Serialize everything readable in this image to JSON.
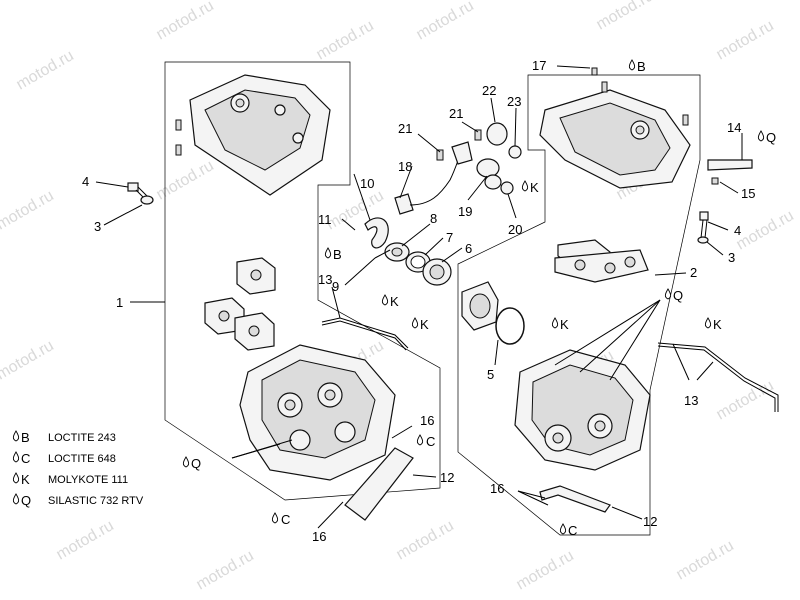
{
  "watermark": "motod.ru",
  "callouts": {
    "c1": "1",
    "c2": "2",
    "c3a": "3",
    "c3b": "3",
    "c4a": "4",
    "c4b": "4",
    "c5": "5",
    "c6": "6",
    "c7": "7",
    "c8": "8",
    "c9": "9",
    "c10": "10",
    "c11": "11",
    "c12a": "12",
    "c12b": "12",
    "c13a": "13",
    "c13b": "13",
    "c14": "14",
    "c15": "15",
    "c16a": "16",
    "c16b": "16",
    "c16c": "16",
    "c17": "17",
    "c18": "18",
    "c19": "19",
    "c20": "20",
    "c21a": "21",
    "c21b": "21",
    "c22": "22",
    "c23": "23"
  },
  "markers": {
    "B": "B",
    "C": "C",
    "K": "K",
    "Q": "Q"
  },
  "legend": [
    {
      "code": "B",
      "text": "LOCTITE 243"
    },
    {
      "code": "C",
      "text": "LOCTITE 648"
    },
    {
      "code": "K",
      "text": "MOLYKOTE 111"
    },
    {
      "code": "Q",
      "text": "SILASTIC 732 RTV"
    }
  ]
}
